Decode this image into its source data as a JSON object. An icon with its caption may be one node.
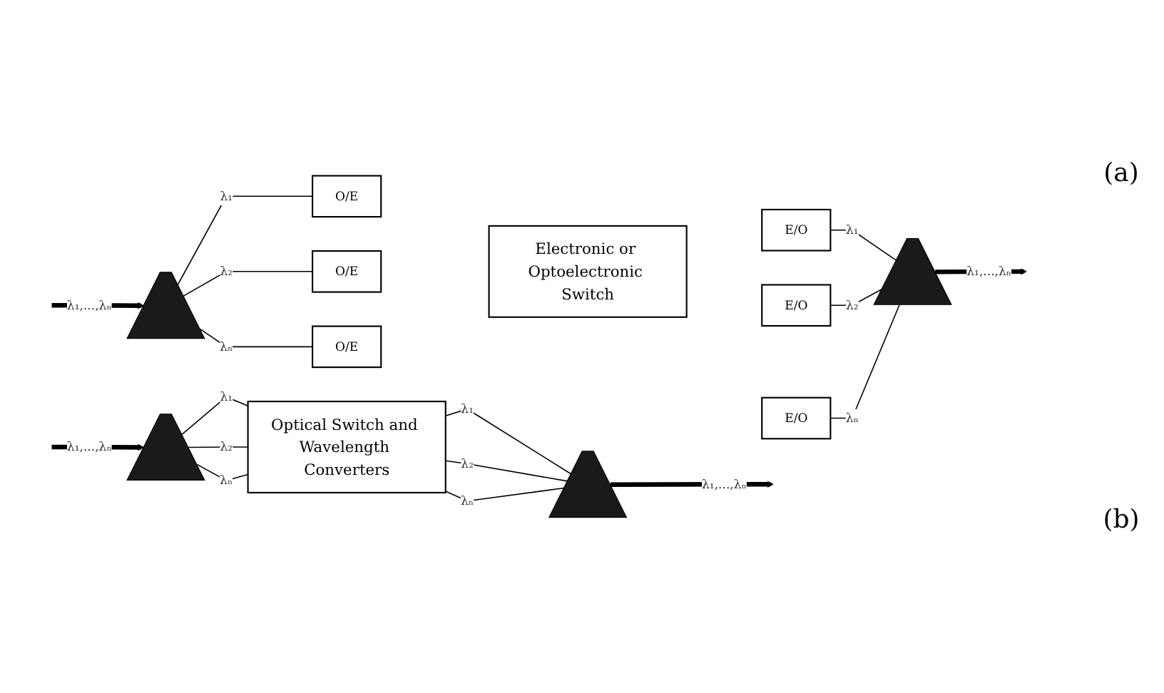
{
  "diagram": {
    "nodes": [
      {
        "text": [],
        "shape": "trapezoid"
      },
      {
        "text": [
          "Optical Switch and Wavelength Converters"
        ]
      },
      {
        "text": [],
        "shape": "trapezoid"
      },
      {
        "text": [],
        "shape": "trapezoid"
      },
      {
        "text": [
          "O/E"
        ]
      },
      {
        "text": [
          "O/E"
        ]
      },
      {
        "text": [
          "O/E"
        ]
      },
      {
        "text": [
          "Electronic or Optoelectronic Switch"
        ]
      },
      {
        "text": [
          "E/O"
        ]
      },
      {
        "text": [
          "E/O"
        ]
      },
      {
        "text": [
          "E/O"
        ]
      },
      {
        "text": [],
        "shape": "trapezoid"
      }
    ],
    "edges": [
      {
        "from": null,
        "to": 0,
        "arrow": "to",
        "style": "thick",
        "label": "λ₁,...,λₙ"
      },
      {
        "from": 0,
        "to": 1,
        "arrow": "none",
        "label": "λ₁"
      },
      {
        "from": 0,
        "to": 1,
        "arrow": "none",
        "label": "λ₂"
      },
      {
        "from": 0,
        "to": 1,
        "arrow": "none",
        "label": "λₙ"
      },
      {
        "from": 1,
        "to": 2,
        "arrow": "none",
        "label": "λ₁"
      },
      {
        "from": 1,
        "to": 2,
        "arrow": "none",
        "label": "λ₂"
      },
      {
        "from": 1,
        "to": 2,
        "arrow": "none",
        "label": "λₙ"
      },
      {
        "from": 2,
        "to": null,
        "arrow": "to",
        "style": "thick",
        "label": "λ₁,...,λₙ"
      },
      {
        "from": null,
        "to": 3,
        "arrow": "to",
        "style": "thick",
        "label": "λ₁,...,λₙ"
      },
      {
        "from": 3,
        "to": 4,
        "arrow": "none",
        "label": "λ₁"
      },
      {
        "from": 3,
        "to": 5,
        "arrow": "none",
        "label": "λ₂"
      },
      {
        "from": 3,
        "to": 6,
        "arrow": "none",
        "label": "λₙ"
      },
      {
        "from": 8,
        "to": 11,
        "arrow": "none",
        "label": "λ₁"
      },
      {
        "from": 9,
        "to": 11,
        "arrow": "none",
        "label": "λ₂"
      },
      {
        "from": 10,
        "to": 11,
        "arrow": "none",
        "label": "λₙ"
      },
      {
        "from": 11,
        "to": null,
        "arrow": "to",
        "style": "thick",
        "label": "λ₁,...,λₙ"
      }
    ],
    "labels": [
      "(a)",
      "(b)"
    ]
  }
}
